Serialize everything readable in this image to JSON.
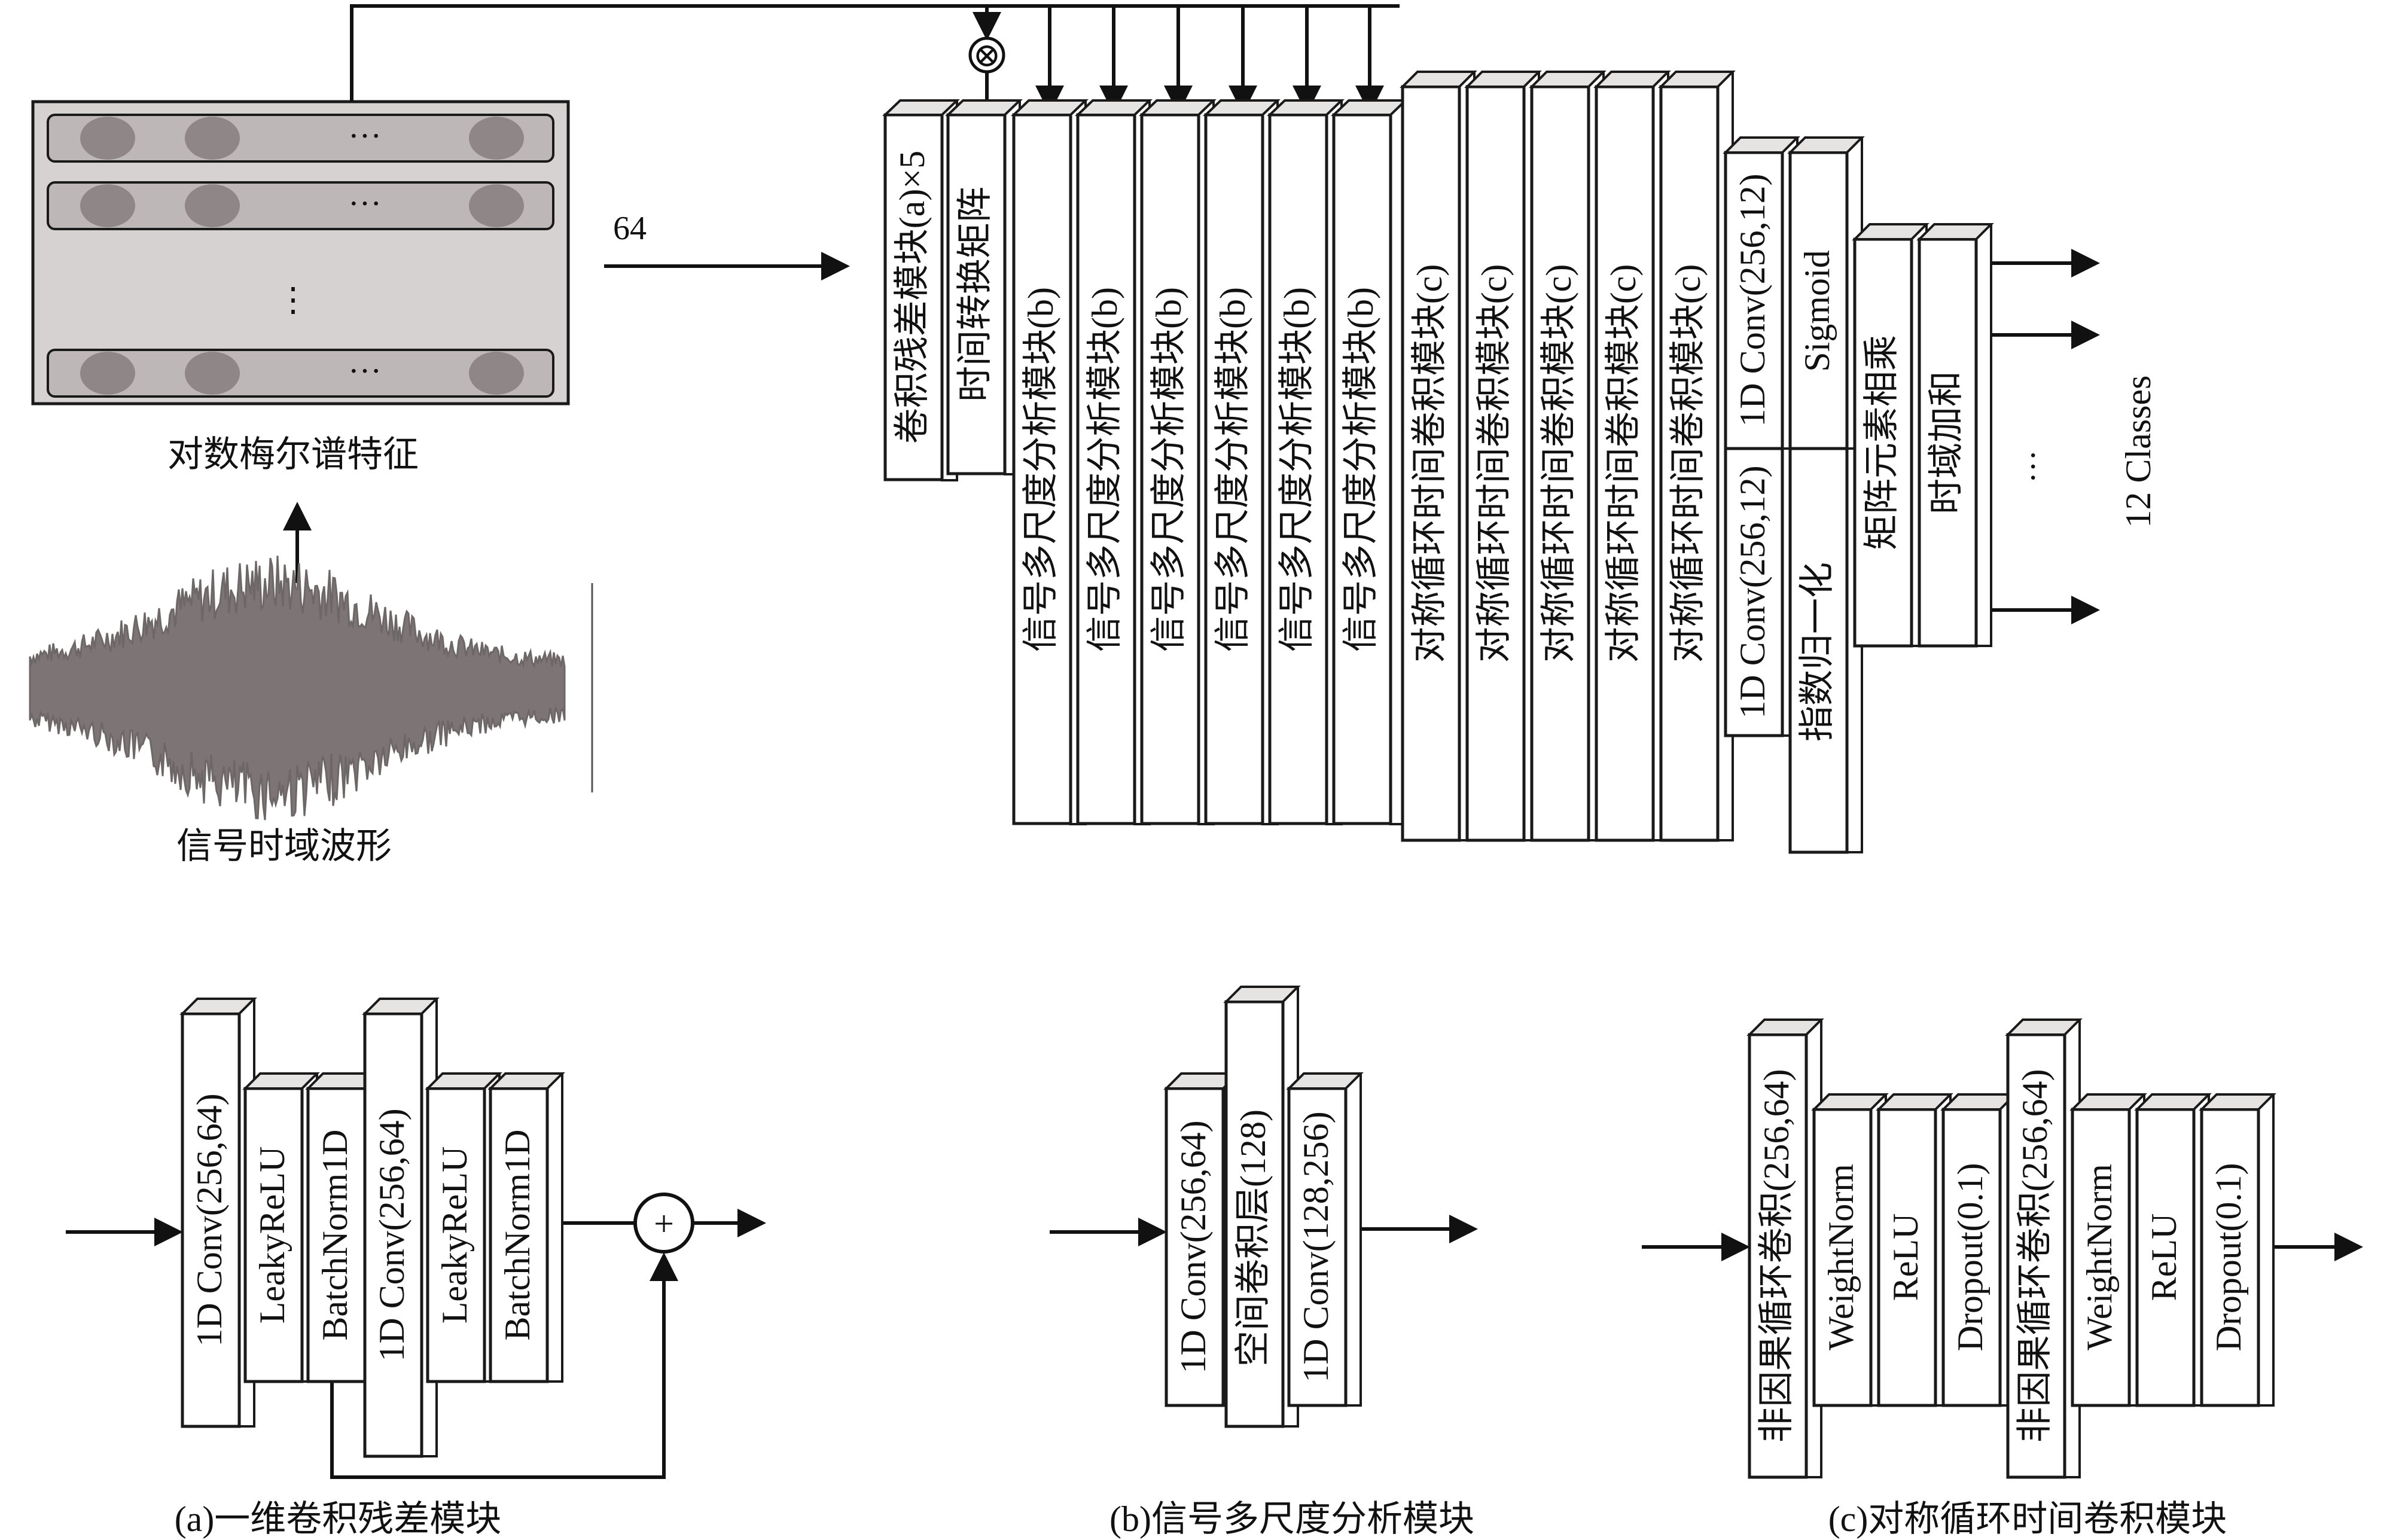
{
  "input": {
    "spectrogram_label": "对数梅尔谱特征",
    "waveform_label": "信号时域波形",
    "dim_label": "64",
    "row_ellipsis": "···",
    "col_ellipsis": "⋮"
  },
  "main": {
    "blocks": [
      "卷积残差模块(a)×5",
      "时间转换矩阵",
      "信号多尺度分析模块(b)",
      "信号多尺度分析模块(b)",
      "信号多尺度分析模块(b)",
      "信号多尺度分析模块(b)",
      "信号多尺度分析模块(b)",
      "信号多尺度分析模块(b)",
      "对称循环时间卷积模块(c)",
      "对称循环时间卷积模块(c)",
      "对称循环时间卷积模块(c)",
      "对称循环时间卷积模块(c)",
      "对称循环时间卷积模块(c)"
    ],
    "conv_upper": "1D Conv(256,12)",
    "conv_lower": "1D Conv(256,12)",
    "sigmoid": "Sigmoid",
    "softmax": "指数归一化",
    "elementwise": "矩阵元素相乘",
    "time_sum": "时域加和",
    "classes": "12 Classes",
    "outputs_ellipsis": "···",
    "multiply_symbol": "⊗"
  },
  "module_a": {
    "caption": "(a)一维卷积残差模块",
    "layers": [
      "1D Conv(256,64)",
      "LeakyReLU",
      "BatchNorm1D",
      "1D Conv(256,64)",
      "LeakyReLU",
      "BatchNorm1D"
    ],
    "add_symbol": "+"
  },
  "module_b": {
    "caption": "(b)信号多尺度分析模块",
    "layers": [
      "1D Conv(256,64)",
      "空间卷积层(128)",
      "1D Conv(128,256)"
    ]
  },
  "module_c": {
    "caption": "(c)对称循环时间卷积模块",
    "layers": [
      "非因果循环卷积(256,64)",
      "WeightNorm",
      "ReLU",
      "Dropout(0.1)",
      "非因果循环卷积(256,64)",
      "WeightNorm",
      "ReLU",
      "Dropout(0.1)"
    ]
  }
}
